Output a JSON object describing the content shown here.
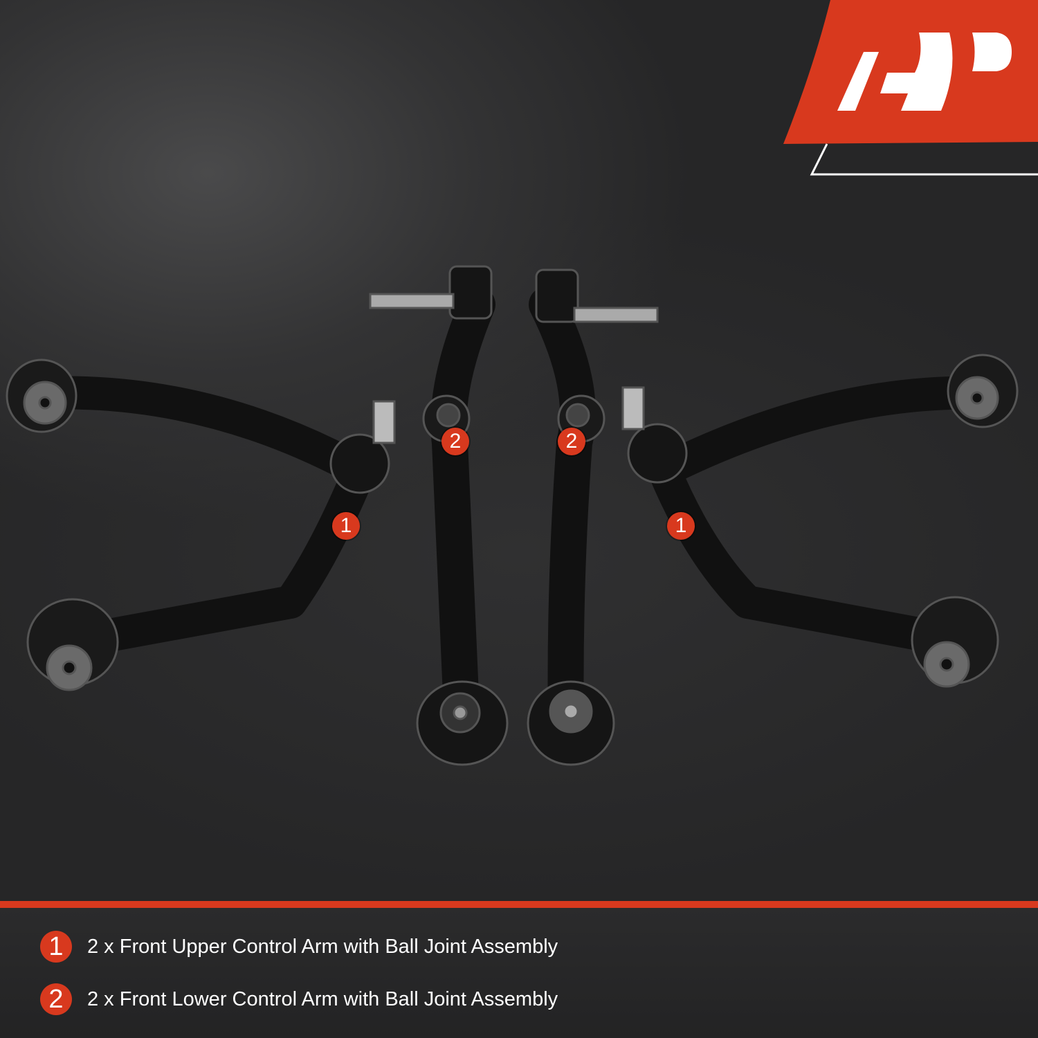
{
  "brand": {
    "logo_text": "AP",
    "accent_color": "#d8391e"
  },
  "markers": [
    {
      "label": "1"
    },
    {
      "label": "2"
    },
    {
      "label": "2"
    },
    {
      "label": "1"
    }
  ],
  "legend": [
    {
      "number": "1",
      "text": "2 x Front Upper Control Arm with Ball Joint Assembly"
    },
    {
      "number": "2",
      "text": "2 x Front Lower Control Arm with Ball Joint Assembly"
    }
  ]
}
